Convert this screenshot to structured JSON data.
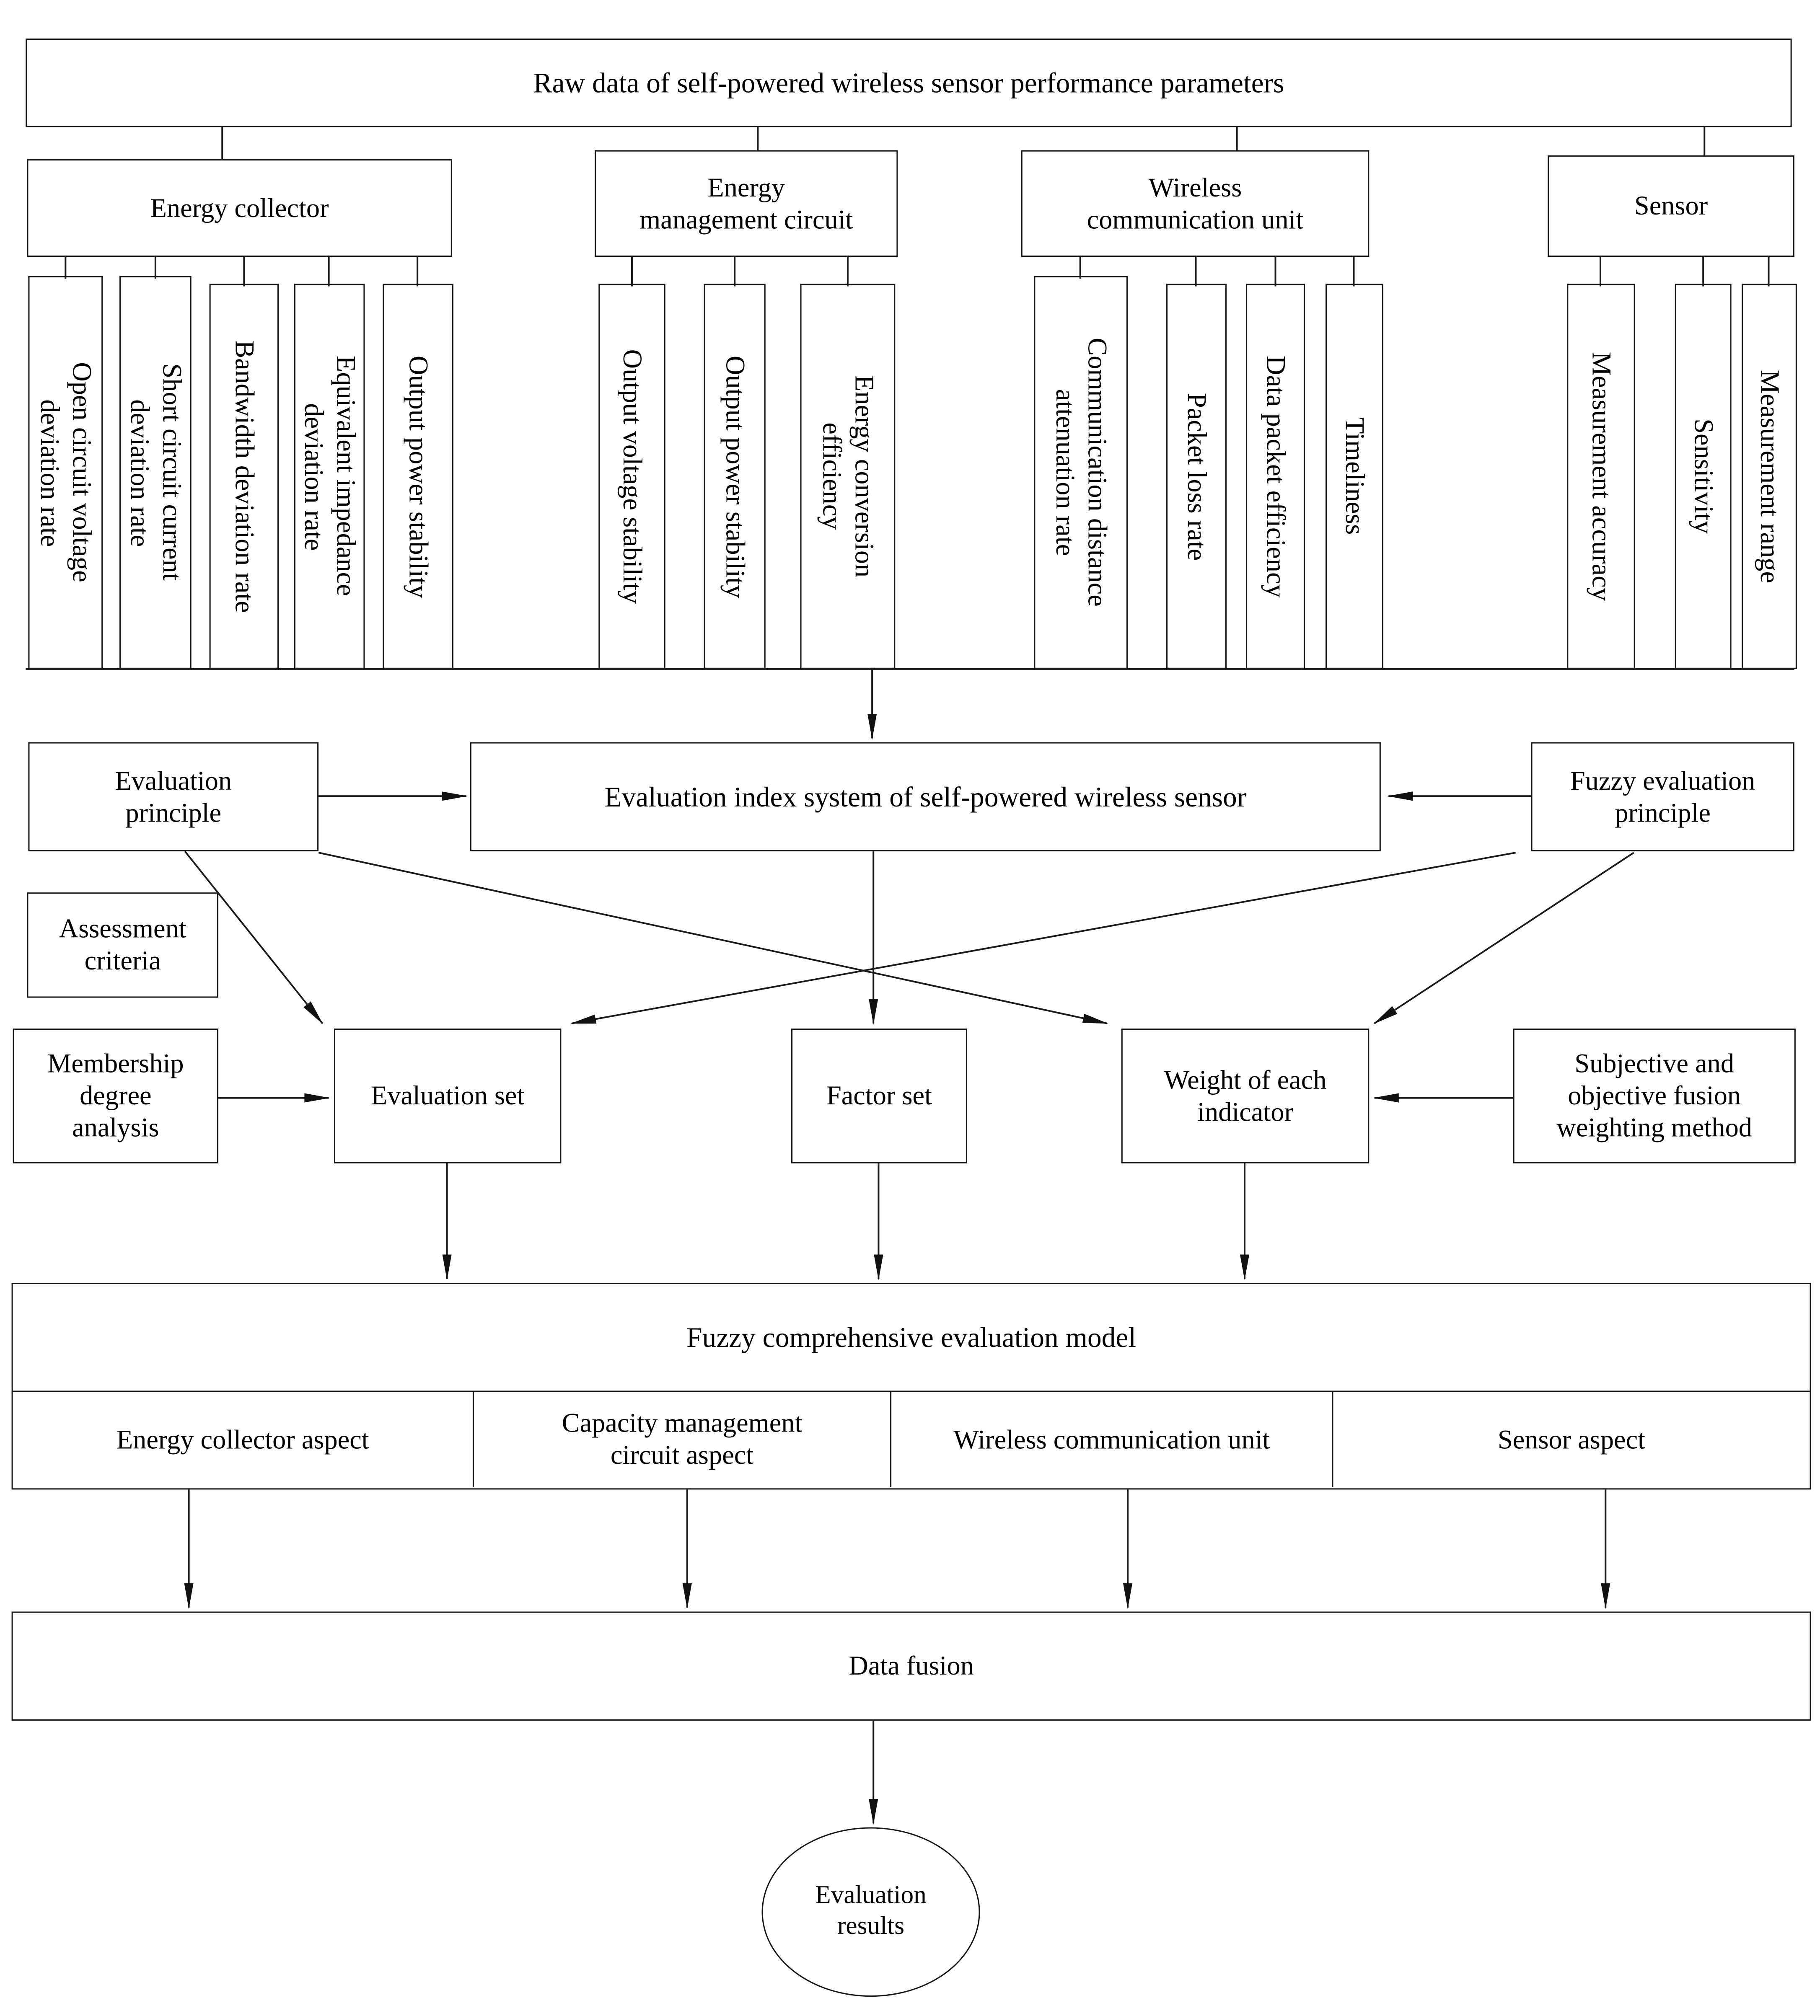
{
  "diagram": {
    "root": "Raw data of self-powered wireless sensor performance parameters",
    "groups": [
      {
        "label": "Energy collector",
        "leaves": [
          "Open circuit voltage\ndeviation rate",
          "Short circuit current\ndeviation rate",
          "Bandwidth deviation rate",
          "Equivalent impedance\ndeviation rate",
          "Output power stability"
        ]
      },
      {
        "label": "Energy\nmanagement circuit",
        "leaves": [
          "Output voltage stability",
          "Output power stability",
          "Energy conversion\nefficiency"
        ]
      },
      {
        "label": "Wireless\ncommunication unit",
        "leaves": [
          "Communication distance\nattenuation rate",
          "Packet loss rate",
          "Data packet efficiency",
          "Timeliness"
        ]
      },
      {
        "label": "Sensor",
        "leaves": [
          "Measurement accuracy",
          "Sensitivity",
          "Measurement range"
        ]
      }
    ],
    "middle": {
      "evaluation_principle": "Evaluation\nprinciple",
      "index_system": "Evaluation index system of self-powered wireless sensor",
      "fuzzy_principle": "Fuzzy evaluation\nprinciple",
      "assessment_criteria": "Assessment\ncriteria",
      "membership": "Membership\ndegree\nanalysis",
      "evaluation_set": "Evaluation set",
      "factor_set": "Factor set",
      "weight": "Weight of each\nindicator",
      "subjective": "Subjective and\nobjective fusion\nweighting method"
    },
    "model": {
      "title": "Fuzzy comprehensive evaluation model",
      "cells": [
        "Energy collector aspect",
        "Capacity management\ncircuit aspect",
        "Wireless communication unit",
        "Sensor aspect"
      ]
    },
    "data_fusion": "Data fusion",
    "result": "Evaluation\nresults",
    "colors": {
      "line": "#1a1a1a",
      "box_bg": "#ffffff"
    }
  }
}
